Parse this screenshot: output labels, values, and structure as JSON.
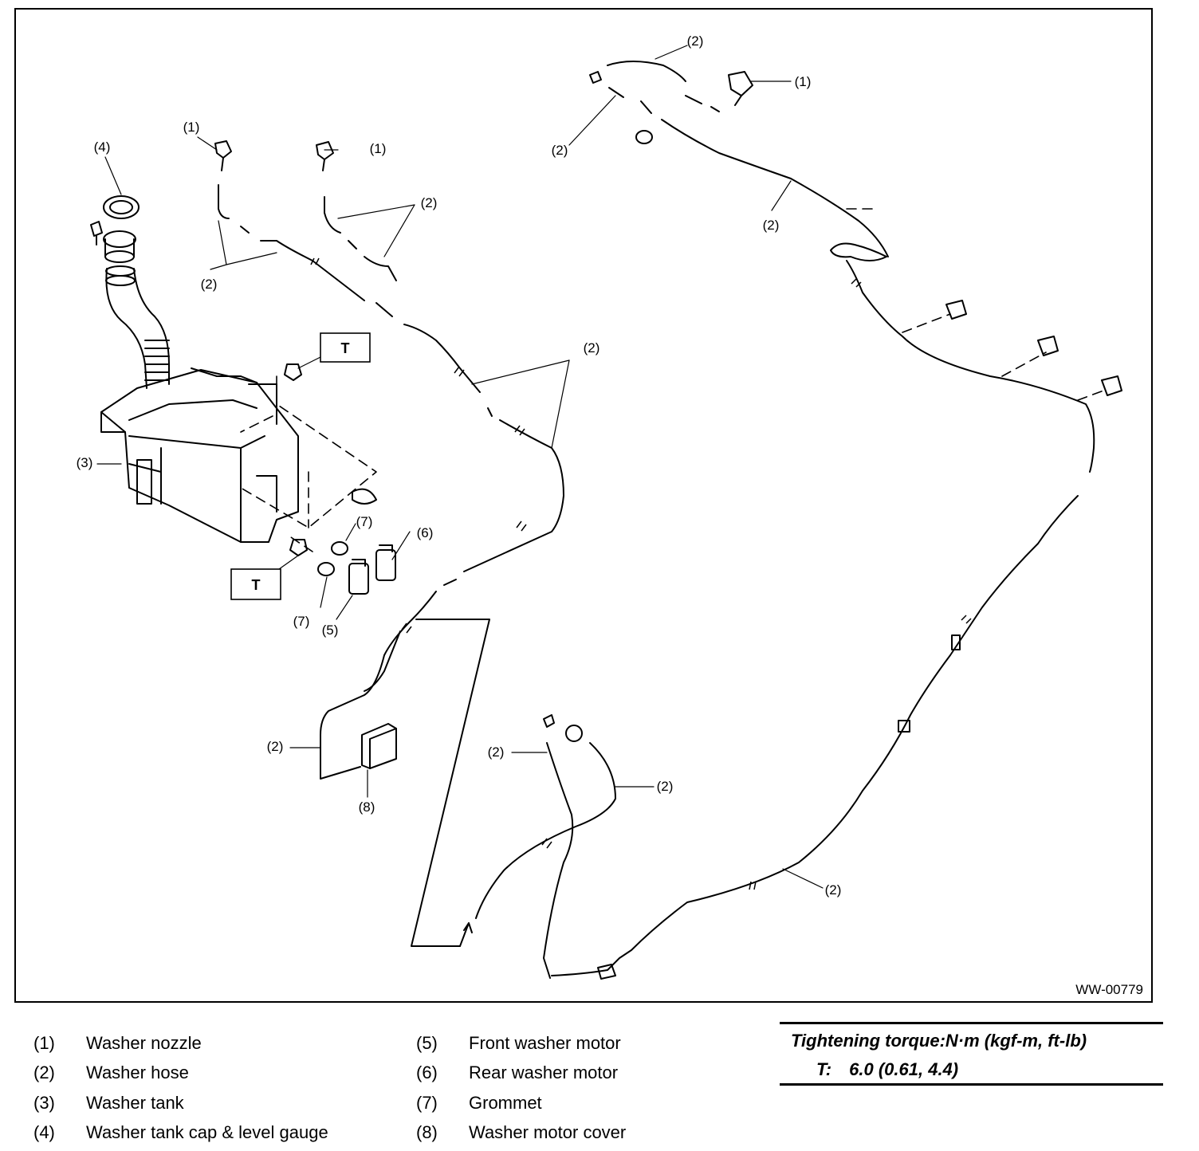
{
  "figure_id": "WW-00779",
  "callouts": {
    "c1": "(1)",
    "c2": "(2)",
    "c3": "(3)",
    "c4": "(4)",
    "c5": "(5)",
    "c6": "(6)",
    "c7": "(7)",
    "c8": "(8)",
    "torque_box": "T"
  },
  "legend": [
    {
      "num": "(1)",
      "label": "Washer nozzle"
    },
    {
      "num": "(2)",
      "label": "Washer hose"
    },
    {
      "num": "(3)",
      "label": "Washer tank"
    },
    {
      "num": "(4)",
      "label": "Washer tank cap & level gauge"
    },
    {
      "num": "(5)",
      "label": "Front washer motor"
    },
    {
      "num": "(6)",
      "label": "Rear washer motor"
    },
    {
      "num": "(7)",
      "label": "Grommet"
    },
    {
      "num": "(8)",
      "label": "Washer motor cover"
    }
  ],
  "torque": {
    "title": "Tightening torque:N·m (kgf-m, ft-lb)",
    "key": "T:",
    "value": "6.0 (0.61, 4.4)"
  }
}
